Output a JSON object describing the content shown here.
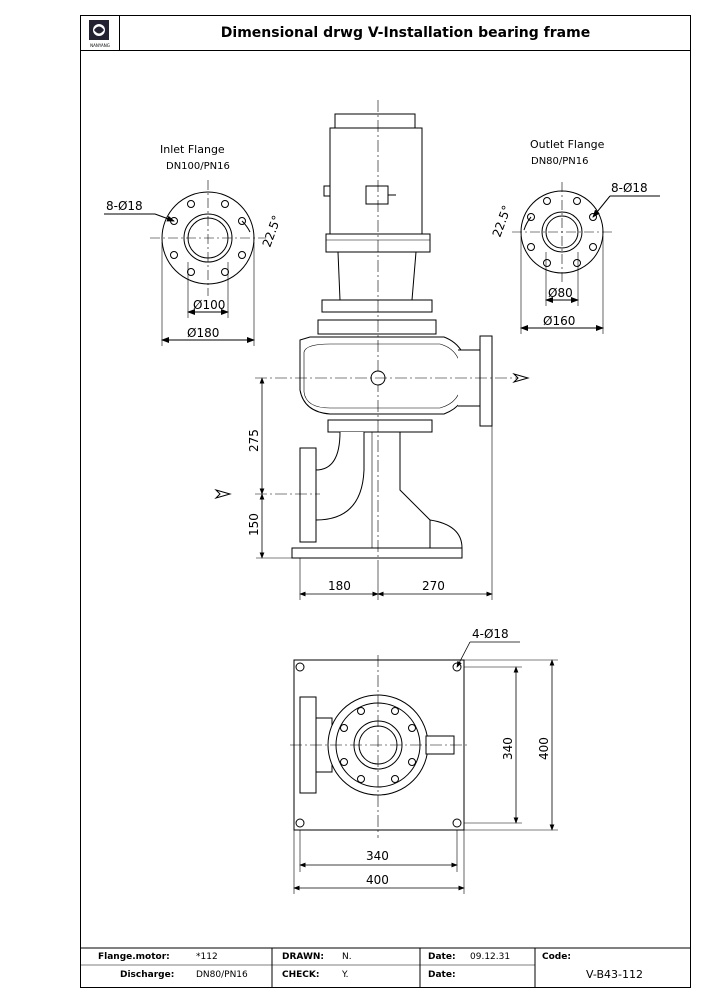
{
  "title": "Dimensional drwg V-Installation bearing frame",
  "logo": {
    "sub": "NANYANG"
  },
  "views": {
    "inlet": {
      "name": "Inlet Flange",
      "spec": "DN100/PN16",
      "bolts": "8-Ø18",
      "angle": "22.5°",
      "bore": "Ø100",
      "outer": "Ø180"
    },
    "outlet": {
      "name": "Outlet Flange",
      "spec": "DN80/PN16",
      "bolts": "8-Ø18",
      "angle": "22.5°",
      "bore": "Ø80",
      "outer": "Ø160"
    },
    "front": {
      "dim_height_upper": "275",
      "dim_height_lower": "150",
      "dim_left": "180",
      "dim_right": "270"
    },
    "base": {
      "bolts": "4-Ø18",
      "inner_w": "340",
      "outer_w": "400",
      "inner_h": "340",
      "outer_h": "400"
    }
  },
  "title_block": {
    "flange_motor_label": "Flange.motor:",
    "flange_motor_value": "*112",
    "discharge_label": "Discharge:",
    "discharge_value": "DN80/PN16",
    "drawn_label": "DRAWN:",
    "drawn_value": "N.",
    "check_label": "CHECK:",
    "check_value": "Y.",
    "date_label_1": "Date:",
    "date_value_1": "09.12.31",
    "date_label_2": "Date:",
    "date_value_2": "",
    "code_label": "Code:",
    "code_value": "V-B43-112"
  }
}
